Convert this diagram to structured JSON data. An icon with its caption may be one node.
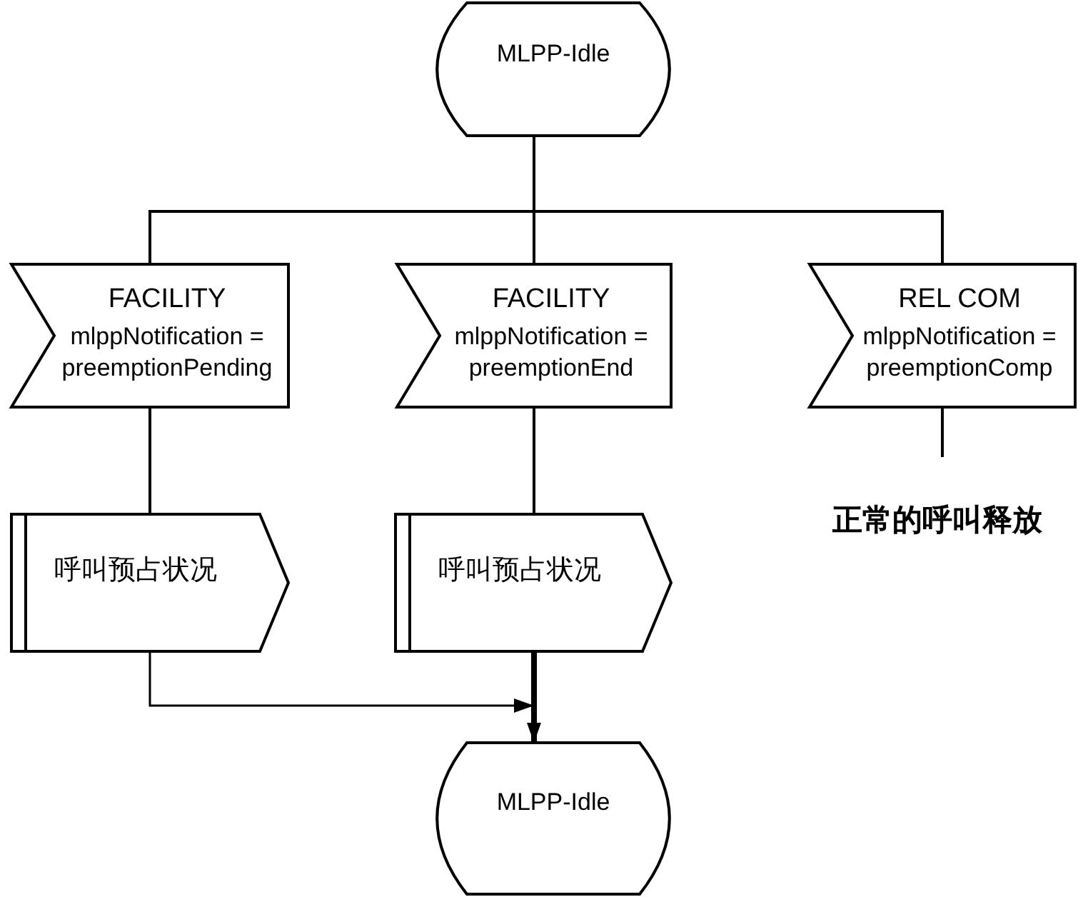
{
  "diagram": {
    "nodes": [
      {
        "text": [
          "MLPP-Idle"
        ]
      },
      {
        "text": [
          "FACILITY",
          "mlppNotification = preemptionPending"
        ]
      },
      {
        "text": [
          "FACILITY",
          "mlppNotification = preemptionEnd"
        ]
      },
      {
        "text": [
          "REL COM",
          "mlppNotification = preemptionComp"
        ]
      },
      {
        "text": [
          "呼叫预占状况"
        ]
      },
      {
        "text": [
          "呼叫预占状况"
        ]
      },
      {
        "text": [
          "MLPP-Idle"
        ]
      }
    ],
    "edges": [
      {
        "from": 0,
        "to": 1,
        "arrow": "none"
      },
      {
        "from": 0,
        "to": 2,
        "arrow": "none"
      },
      {
        "from": 0,
        "to": 3,
        "arrow": "none"
      },
      {
        "from": 1,
        "to": 4,
        "arrow": "none"
      },
      {
        "from": 2,
        "to": 5,
        "arrow": "none"
      },
      {
        "from": 3,
        "to": null,
        "arrow": "none"
      },
      {
        "from": 4,
        "to": 6,
        "arrow": "to"
      },
      {
        "from": 5,
        "to": 6,
        "arrow": "to",
        "style": "thick"
      }
    ],
    "labels": [
      "正常的呼叫释放"
    ]
  }
}
